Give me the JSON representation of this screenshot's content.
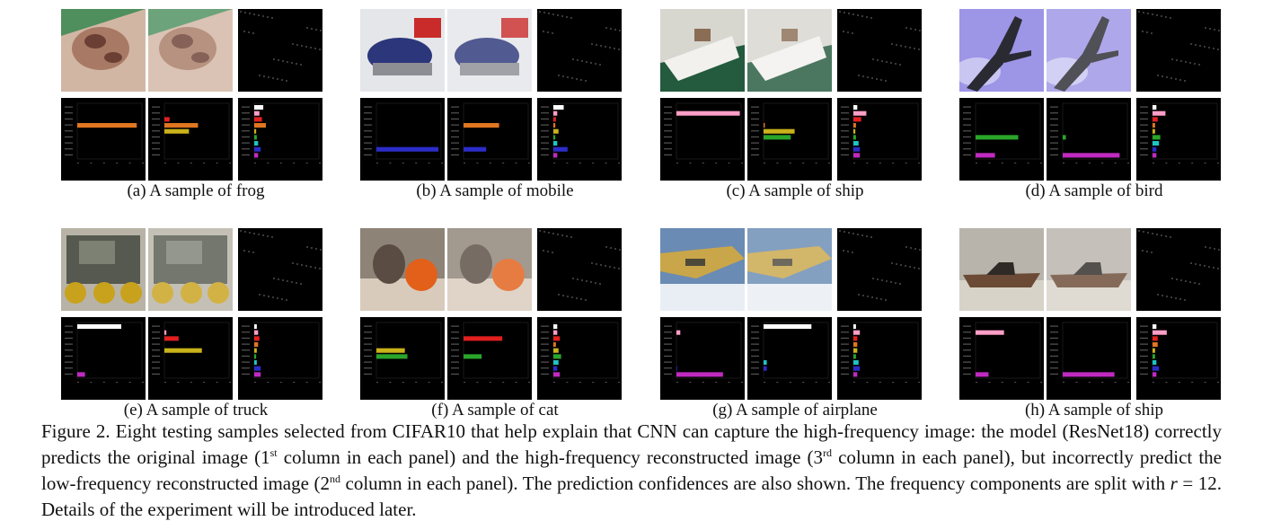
{
  "figure": {
    "panels": [
      {
        "caption": "(a) A sample of frog",
        "images": {
          "scene": "frog",
          "palette": [
            "#4e8f5d",
            "#a87a65",
            "#6b3f33",
            "#d2b6a4"
          ]
        },
        "confidences": [
          [
            0,
            0,
            0,
            0.92,
            0,
            0,
            0,
            0,
            0
          ],
          [
            0,
            0,
            0.08,
            0.52,
            0.38,
            0,
            0,
            0,
            0
          ],
          [
            0.14,
            0.08,
            0.12,
            0.18,
            0.03,
            0.04,
            0.06,
            0.1,
            0.06
          ]
        ]
      },
      {
        "caption": "(b) A sample of mobile",
        "images": {
          "scene": "car",
          "palette": [
            "#e4e6ea",
            "#2c367a",
            "#c92b2b",
            "#8d8e94"
          ]
        },
        "confidences": [
          [
            0,
            0,
            0,
            0,
            0,
            0,
            0,
            0.96,
            0
          ],
          [
            0,
            0,
            0,
            0.55,
            0,
            0,
            0,
            0.35,
            0
          ],
          [
            0.16,
            0.06,
            0.04,
            0.03,
            0.08,
            0.03,
            0.06,
            0.22,
            0.06
          ]
        ]
      },
      {
        "caption": "(c) A sample of ship",
        "images": {
          "scene": "boat",
          "palette": [
            "#d7d6cf",
            "#f2f1ee",
            "#245a3d",
            "#8a6d55"
          ]
        },
        "confidences": [
          [
            0,
            0.98,
            0,
            0,
            0,
            0,
            0,
            0,
            0
          ],
          [
            0,
            0,
            0,
            0.02,
            0.48,
            0.42,
            0,
            0,
            0
          ],
          [
            0.06,
            0.2,
            0.12,
            0.04,
            0.03,
            0.04,
            0.08,
            0.1,
            0.1
          ]
        ]
      },
      {
        "caption": "(d) A sample of bird",
        "images": {
          "scene": "bird",
          "palette": [
            "#9d95e6",
            "#2a2a33",
            "#c9c6f2",
            "#6c66b8"
          ]
        },
        "confidences": [
          [
            0,
            0,
            0,
            0,
            0,
            0.66,
            0,
            0,
            0.3
          ],
          [
            0,
            0,
            0,
            0,
            0,
            0.05,
            0,
            0,
            0.88
          ],
          [
            0.06,
            0.2,
            0.08,
            0.04,
            0.04,
            0.12,
            0.1,
            0.06,
            0.06
          ]
        ]
      },
      {
        "caption": "(e) A sample of truck",
        "images": {
          "scene": "truck",
          "palette": [
            "#55594f",
            "#7c8174",
            "#c9a21d",
            "#b8b3a6"
          ]
        },
        "confidences": [
          [
            0.68,
            0,
            0,
            0,
            0,
            0,
            0,
            0,
            0.12
          ],
          [
            0,
            0.03,
            0.22,
            0,
            0.58,
            0,
            0,
            0,
            0
          ],
          [
            0.04,
            0.06,
            0.08,
            0.06,
            0.04,
            0.03,
            0.04,
            0.1,
            0.1
          ]
        ]
      },
      {
        "caption": "(f) A sample of cat",
        "images": {
          "scene": "cat",
          "palette": [
            "#8e8377",
            "#e2601a",
            "#d8cbbb",
            "#5a4c42"
          ]
        },
        "confidences": [
          [
            0,
            0,
            0,
            0,
            0.44,
            0.48,
            0,
            0,
            0
          ],
          [
            0,
            0,
            0.6,
            0,
            0,
            0.28,
            0,
            0,
            0
          ],
          [
            0.06,
            0.06,
            0.1,
            0.04,
            0.08,
            0.12,
            0.08,
            0.06,
            0.1
          ]
        ]
      },
      {
        "caption": "(g) A sample of airplane",
        "images": {
          "scene": "airplane",
          "palette": [
            "#6a8bb3",
            "#c9a64a",
            "#e9eef5",
            "#4d4a3a"
          ]
        },
        "confidences": [
          [
            0,
            0.06,
            0,
            0,
            0,
            0,
            0,
            0.01,
            0.72
          ],
          [
            0.74,
            0,
            0,
            0,
            0,
            0,
            0.05,
            0.05,
            0
          ],
          [
            0.04,
            0.1,
            0.06,
            0.06,
            0.06,
            0.04,
            0.08,
            0.1,
            0.06
          ]
        ]
      },
      {
        "caption": "(h) A sample of ship",
        "images": {
          "scene": "boat2",
          "palette": [
            "#b9b4ab",
            "#6b4a36",
            "#d8d3c8",
            "#2f2a26"
          ]
        },
        "confidences": [
          [
            0,
            0.44,
            0,
            0,
            0,
            0,
            0,
            0,
            0.2
          ],
          [
            0,
            0,
            0,
            0,
            0,
            0,
            0,
            0,
            0.8
          ],
          [
            0.06,
            0.22,
            0.08,
            0.08,
            0.04,
            0.04,
            0.06,
            0.1,
            0.06
          ]
        ]
      }
    ],
    "bar_colors": [
      "#ffffff",
      "#ff9ec7",
      "#e21f1f",
      "#e0761f",
      "#c9b21a",
      "#2aa52a",
      "#1ec4c4",
      "#2c2cc8",
      "#c12ac1"
    ],
    "caption": {
      "prefix": "Figure 2. Eight testing samples selected from CIFAR10 that help explain that CNN can capture the high-frequency image: the model (ResNet18) correctly predicts the original image (1",
      "sup1": "st",
      "mid1": " column in each panel) and the high-frequency reconstructed image (3",
      "sup2": "rd",
      "mid2": " column in each panel), but incorrectly predict the low-frequency reconstructed image (2",
      "sup3": "nd",
      "mid3": " column in each panel). The prediction confidences are also shown. The frequency components are split with ",
      "math": "r",
      "eq": " = 12",
      "suffix": ". Details of the experiment will be introduced later."
    }
  }
}
